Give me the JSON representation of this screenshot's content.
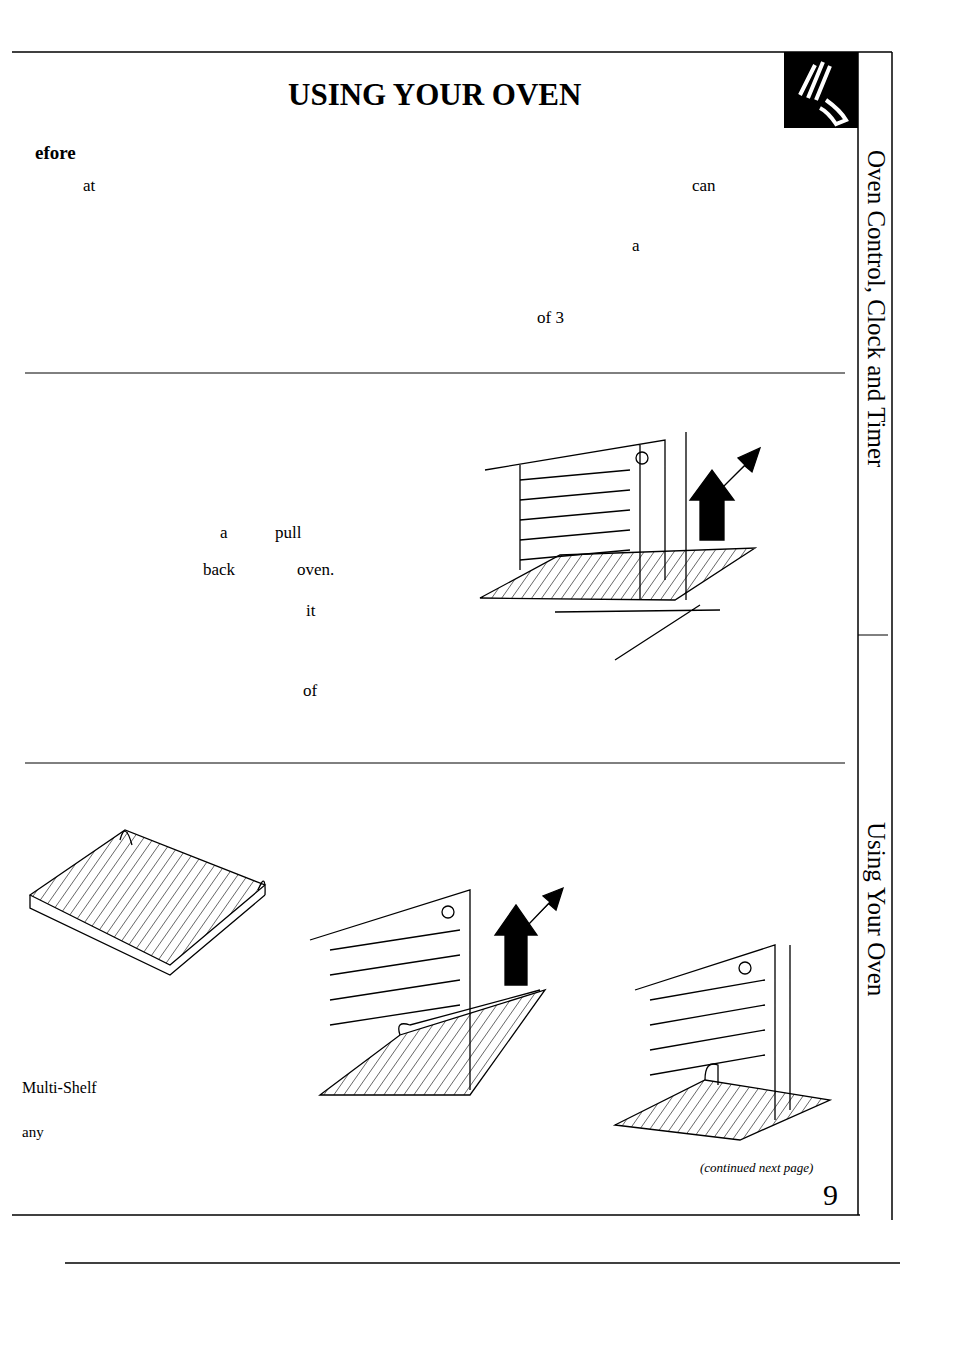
{
  "diagram": {
    "title": "USING YOUR OVEN",
    "labels": [
      "efore",
      "at",
      "can",
      "a",
      "of 3",
      "a",
      "pull",
      "back",
      "oven.",
      "it",
      "of",
      "Multi-Shelf",
      "any",
      "(continued next page)",
      "9",
      "Oven Control, Clock and Timer",
      "Using Your Oven"
    ]
  }
}
